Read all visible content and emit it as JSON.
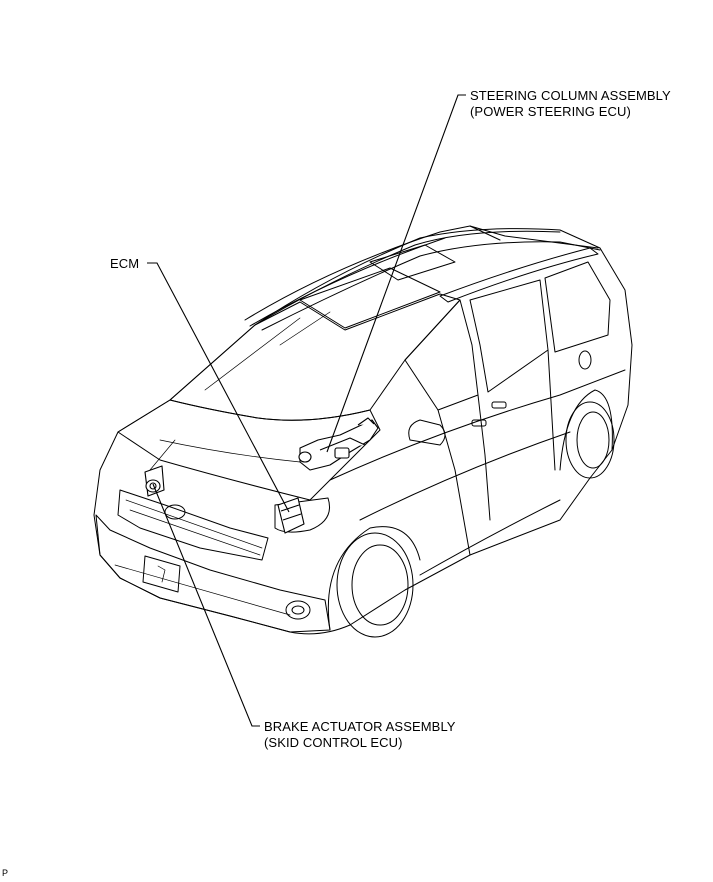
{
  "labels": {
    "steering": {
      "line1": "STEERING COLUMN ASSEMBLY",
      "line2": "(POWER STEERING ECU)"
    },
    "ecm": {
      "line1": "ECM"
    },
    "brake": {
      "line1": "BRAKE ACTUATOR ASSEMBLY",
      "line2": "(SKID CONTROL ECU)"
    }
  },
  "figure_code": "P"
}
